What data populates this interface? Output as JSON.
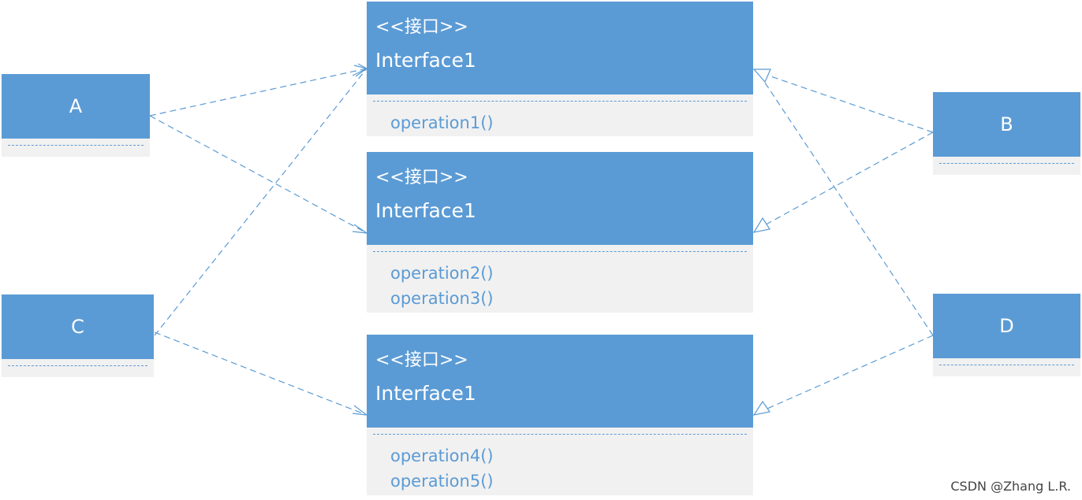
{
  "classes": {
    "a": {
      "name": "A"
    },
    "b": {
      "name": "B"
    },
    "c": {
      "name": "C"
    },
    "d": {
      "name": "D"
    }
  },
  "interfaces": [
    {
      "stereotype": "<<接口>>",
      "name": "Interface1",
      "operations": [
        "operation1()"
      ]
    },
    {
      "stereotype": "<<接口>>",
      "name": "Interface1",
      "operations": [
        "operation2()",
        "operation3()"
      ]
    },
    {
      "stereotype": "<<接口>>",
      "name": "Interface1",
      "operations": [
        "operation4()",
        "operation5()"
      ]
    }
  ],
  "dependencies": [
    {
      "from": "A",
      "to": "interface-1"
    },
    {
      "from": "A",
      "to": "interface-2"
    },
    {
      "from": "C",
      "to": "interface-1"
    },
    {
      "from": "C",
      "to": "interface-3"
    }
  ],
  "realizations": [
    {
      "from": "B",
      "to": "interface-1"
    },
    {
      "from": "B",
      "to": "interface-2"
    },
    {
      "from": "D",
      "to": "interface-1"
    },
    {
      "from": "D",
      "to": "interface-3"
    }
  ],
  "colors": {
    "box_fill": "#5b9bd5",
    "box_body": "#f1f1f1",
    "line": "#5b9bd5",
    "operation_text": "#5b9bd5",
    "title_text": "#ffffff"
  },
  "watermark": "CSDN @Zhang L.R."
}
